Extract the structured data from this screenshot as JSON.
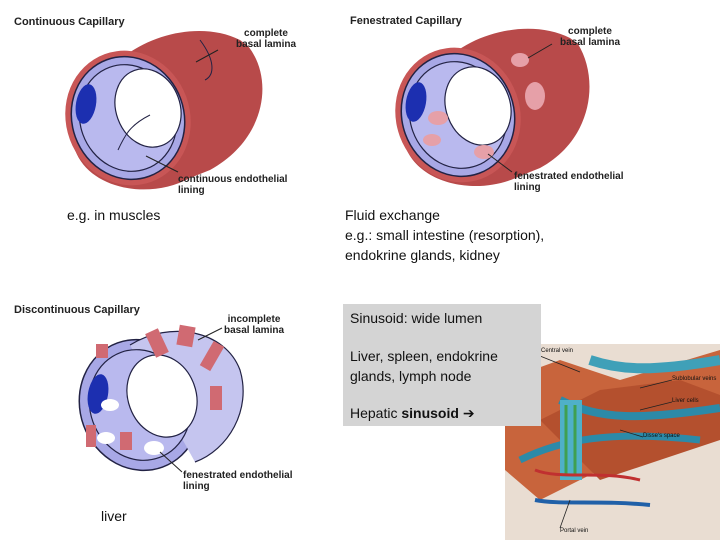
{
  "continuous": {
    "title": "Continuous Capillary",
    "label_lamina_1": "complete",
    "label_lamina_2": "basal lamina",
    "label_lining_1": "continuous endothelial",
    "label_lining_2": "lining",
    "caption": "e.g. in muscles"
  },
  "fenestrated": {
    "title": "Fenestrated Capillary",
    "label_lamina_1": "complete",
    "label_lamina_2": "basal lamina",
    "label_lining_1": "fenestrated endothelial",
    "label_lining_2": "lining",
    "caption_1": "Fluid exchange",
    "caption_2": "e.g.: small intestine (resorption),",
    "caption_3": "endokrine glands, kidney"
  },
  "discontinuous": {
    "title": "Discontinuous Capillary",
    "label_lamina_1": "incomplete",
    "label_lamina_2": "basal lamina",
    "label_lining_1": "fenestrated endothelial",
    "label_lining_2": "lining",
    "caption": "liver"
  },
  "sinusoid_box": {
    "heading": "Sinusoid: wide lumen",
    "line_1": "Liver, spleen, endokrine",
    "line_2": "glands, lymph node",
    "hepatic_prefix": "Hepatic ",
    "hepatic_bold": "sinusoid",
    "arrow": "➔"
  },
  "liver_figure": {
    "central_vein": "Central vein",
    "sublobular": "Sublobular veins",
    "liver_cells": "Liver cells",
    "disse": "Disse's space",
    "portal_vein": "Portal vein"
  }
}
